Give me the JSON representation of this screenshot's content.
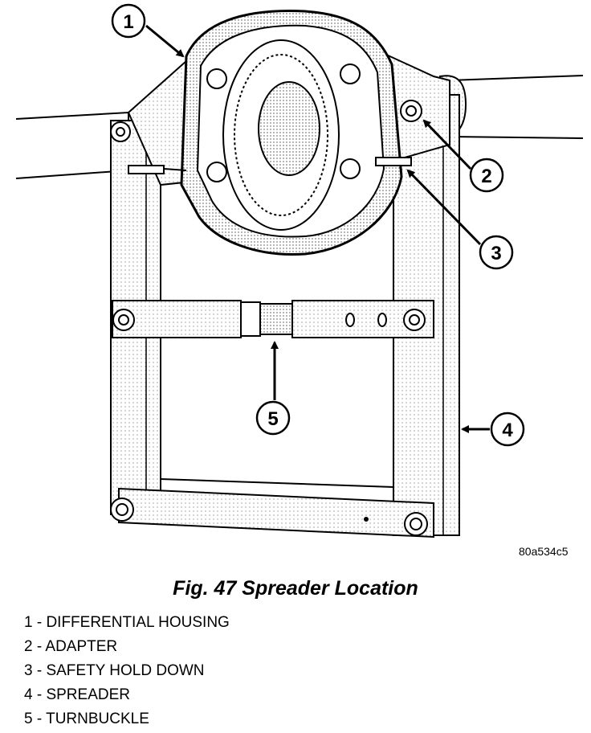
{
  "figure": {
    "code": "80a534c5",
    "caption": "Fig. 47 Spreader Location",
    "callouts": [
      {
        "number": "1",
        "label": "DIFFERENTIAL HOUSING"
      },
      {
        "number": "2",
        "label": "ADAPTER"
      },
      {
        "number": "3",
        "label": "SAFETY HOLD DOWN"
      },
      {
        "number": "4",
        "label": "SPREADER"
      },
      {
        "number": "5",
        "label": "TURNBUCKLE"
      }
    ]
  },
  "legend": [
    "1 - DIFFERENTIAL HOUSING",
    "2 - ADAPTER",
    "3 - SAFETY HOLD DOWN",
    "4 - SPREADER",
    "5 - TURNBUCKLE"
  ],
  "colors": {
    "ink": "#000000",
    "paper": "#ffffff",
    "shade": "#d8d8d8"
  }
}
